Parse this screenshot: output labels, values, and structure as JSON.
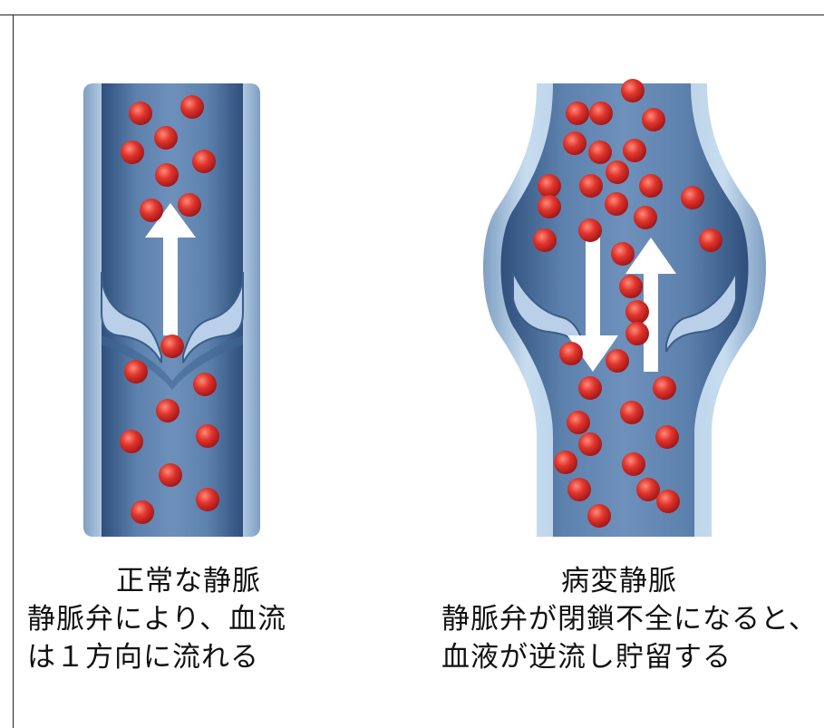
{
  "normal_vein": {
    "title": "正常な静脈",
    "line1": "静脈弁により、血流",
    "line2": "は１方向に流れる"
  },
  "diseased_vein": {
    "title": "病変静脈",
    "line1": "静脈弁が閉鎖不全になると、",
    "line2": "血液が逆流し貯留する"
  },
  "colors": {
    "vein_outer": "#a9c4df",
    "vein_inner": "#4a6e9c",
    "blood_cell": "#d8262a",
    "arrow": "#ffffff"
  },
  "icons": {
    "flow_arrow": "arrow-up-icon",
    "backflow_arrow": "arrow-down-icon"
  }
}
